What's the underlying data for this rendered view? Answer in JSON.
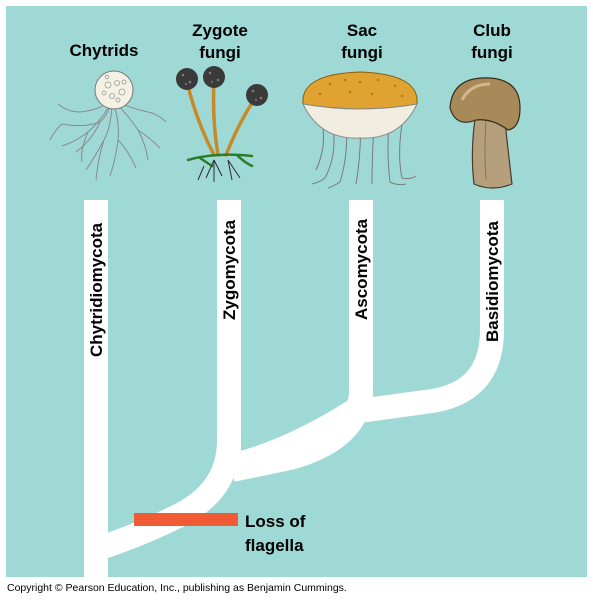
{
  "groups": [
    {
      "common_name_line1": "Chytrids",
      "common_name_line2": "",
      "phylum": "Chytridiomycota"
    },
    {
      "common_name_line1": "Zygote",
      "common_name_line2": "fungi",
      "phylum": "Zygomycota"
    },
    {
      "common_name_line1": "Sac",
      "common_name_line2": "fungi",
      "phylum": "Ascomycota"
    },
    {
      "common_name_line1": "Club",
      "common_name_line2": "fungi",
      "phylum": "Basidiomycota"
    }
  ],
  "event_label_line1": "Loss of",
  "event_label_line2": "flagella",
  "copyright": "Copyright © Pearson Education, Inc., publishing as Benjamin Cummings.",
  "colors": {
    "background": "#9fd9d6",
    "branch": "#ffffff",
    "event_bar": "#f05a35",
    "mushroom_cap": "#a88a5a",
    "sac_cup": "#e0a332"
  }
}
